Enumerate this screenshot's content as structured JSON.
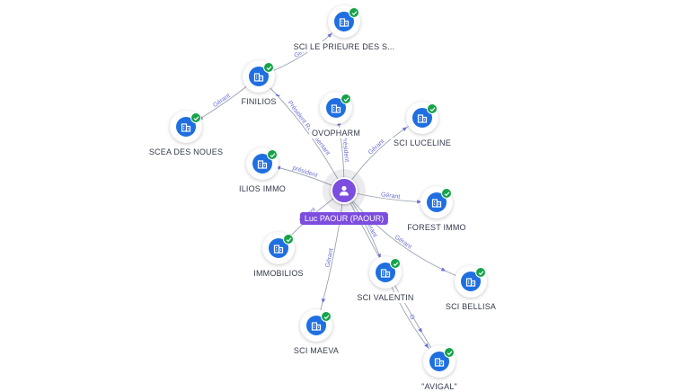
{
  "center": {
    "label": "Luc PAOUR (PAOUR)",
    "icon": "person-icon",
    "color": "#7c4dde"
  },
  "nodes": [
    {
      "id": "sci-le-prieure",
      "label": "SCI LE PRIEURE DES S...",
      "icon": "building-icon"
    },
    {
      "id": "finilios",
      "label": "FINILIOS",
      "icon": "building-icon"
    },
    {
      "id": "scea-des-noues",
      "label": "SCEA DES NOUES",
      "icon": "building-icon"
    },
    {
      "id": "ovopharm",
      "label": "OVOPHARM",
      "icon": "building-icon"
    },
    {
      "id": "sci-luceline",
      "label": "SCI LUCELINE",
      "icon": "building-icon"
    },
    {
      "id": "ilios-immo",
      "label": "ILIOS IMMO",
      "icon": "building-icon"
    },
    {
      "id": "forest-immo",
      "label": "FOREST IMMO",
      "icon": "building-icon"
    },
    {
      "id": "immobilios",
      "label": "IMMOBILIOS",
      "icon": "building-icon"
    },
    {
      "id": "sci-bellisa",
      "label": "SCI BELLISA",
      "icon": "building-icon"
    },
    {
      "id": "sci-valentin",
      "label": "SCI VALENTIN",
      "icon": "building-icon"
    },
    {
      "id": "sci-maeva",
      "label": "SCI MAEVA",
      "icon": "building-icon"
    },
    {
      "id": "avigal",
      "label": "\"AVIGAL\"",
      "icon": "building-icon"
    }
  ],
  "edges": [
    {
      "from": "finilios",
      "to": "sci-le-prieure",
      "label": "Gérant"
    },
    {
      "from": "finilios",
      "to": "scea-des-noues",
      "label": "Gérant"
    },
    {
      "from": "center",
      "to": "finilios",
      "label": "Président Représentant"
    },
    {
      "from": "center",
      "to": "ovopharm",
      "label": "Président"
    },
    {
      "from": "center",
      "to": "sci-luceline",
      "label": "Gérant"
    },
    {
      "from": "center",
      "to": "ilios-immo",
      "label": "président"
    },
    {
      "from": "center",
      "to": "forest-immo",
      "label": "Gérant"
    },
    {
      "from": "center",
      "to": "immobilios",
      "label": "Gérant"
    },
    {
      "from": "center",
      "to": "sci-bellisa",
      "label": "Gérant"
    },
    {
      "from": "center",
      "to": "sci-valentin",
      "label": "Gérant"
    },
    {
      "from": "center",
      "to": "sci-maeva",
      "label": "Gérant"
    },
    {
      "from": "center",
      "to": "avigal",
      "label": "G"
    },
    {
      "from": "sci-valentin",
      "to": "avigal",
      "label": "G"
    }
  ],
  "colors": {
    "company": "#1f6fe0",
    "verified": "#16a34a",
    "edge_label": "#6b6fd6"
  },
  "badges": {
    "verified_icon": "check-icon"
  }
}
